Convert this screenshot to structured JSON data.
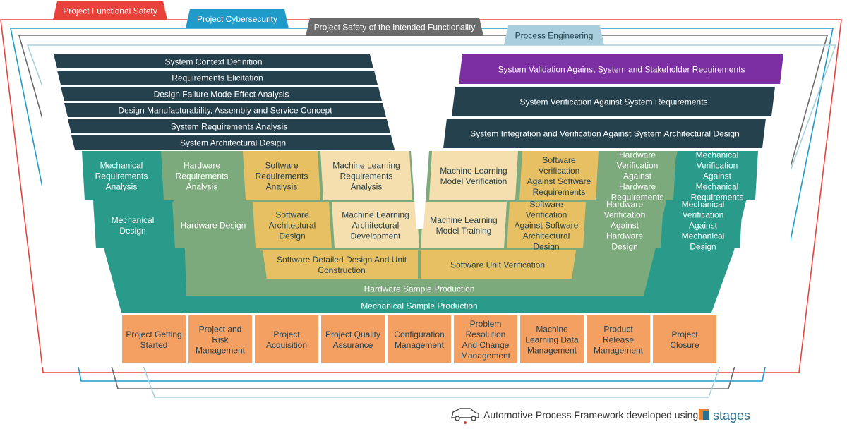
{
  "tabs": [
    {
      "label": "Project Functional Safety",
      "color": "#e8423b"
    },
    {
      "label": "Project Cybersecurity",
      "color": "#1e9bc8"
    },
    {
      "label": "Project Safety of the Intended Functionality",
      "color": "#6b6b6b"
    },
    {
      "label": "Process Engineering",
      "color": "#a9cfdc"
    }
  ],
  "left_bars": [
    "System Context Definition",
    "Requirements Elicitation",
    "Design Failure Mode Effect Analysis",
    "Design Manufacturability, Assembly and Service Concept",
    "System Requirements Analysis",
    "System Architectural Design"
  ],
  "right_bars": [
    "System Validation Against System and Stakeholder Requirements",
    "System Verification Against System Requirements",
    "System Integration and Verification Against System Architectural Design"
  ],
  "row1_left": [
    "Mechanical Requirements Analysis",
    "Hardware Requirements Analysis",
    "Software Requirements Analysis",
    "Machine Learning Requirements Analysis"
  ],
  "row1_right": [
    "Machine Learning Model Verification",
    "Software Verification Against Software Requirements",
    "Hardware Verification Against Hardware Requirements",
    "Mechanical Verification Against Mechanical Requirements"
  ],
  "row2_left": [
    "Mechanical Design",
    "Hardware Design",
    "Software Architectural Design",
    "Machine Learning Architectural Development"
  ],
  "row2_right": [
    "Machine Learning Model Training",
    "Software Verification Against Software Architectural Design",
    "Hardware Verification Against Hardware Design",
    "Mechanical Verification Against Mechanical Design"
  ],
  "sw_detail": "Software Detailed Design And Unit Construction",
  "sw_unit": "Software Unit Verification",
  "hw_sample": "Hardware Sample Production",
  "mech_sample": "Mechanical Sample Production",
  "support": [
    "Project Getting Started",
    "Project and Risk Management",
    "Project Acquisition",
    "Project Quality Assurance",
    "Configuration Management",
    "Problem Resolution And Change Management",
    "Machine Learning Data Management",
    "Product Release Management",
    "Project Closure"
  ],
  "footer": {
    "text": "Automotive Process Framework developed using",
    "brand": "stages"
  },
  "colors": {
    "navy": "#25414e",
    "purple": "#7b2fa3",
    "teal": "#2a9b8b",
    "sage": "#7daa7c",
    "gold": "#e8c064",
    "cream": "#f5dfae",
    "orange": "#f4a063"
  }
}
